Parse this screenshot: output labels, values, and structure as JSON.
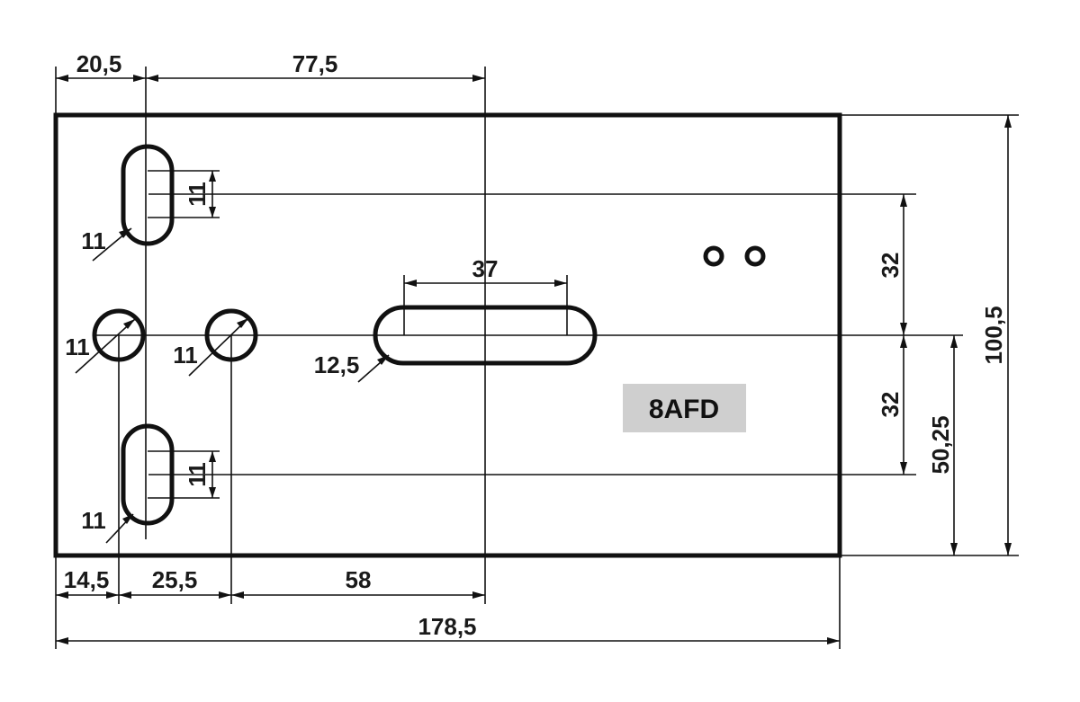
{
  "part_label": {
    "text": "8AFD",
    "background": "#cfcfcf"
  },
  "dimensions": {
    "top_left_offset": "20,5",
    "top_to_slot_center": "77,5",
    "slot_length": "37",
    "slot_width": "12,5",
    "upper_slot_height": "11",
    "upper_slot_width": "11",
    "left_hole_diameter": "11",
    "middle_hole_diameter": "11",
    "lower_slot_height": "11",
    "lower_slot_width": "11",
    "upper_spacing": "32",
    "lower_spacing": "32",
    "half_height": "50,25",
    "total_height": "100,5",
    "bottom_left_offset": "14,5",
    "hole_spacing": "25,5",
    "hole_to_slot_center": "58",
    "total_width": "178,5"
  },
  "colors": {
    "line": "#111111",
    "text": "#1a1a1a"
  }
}
